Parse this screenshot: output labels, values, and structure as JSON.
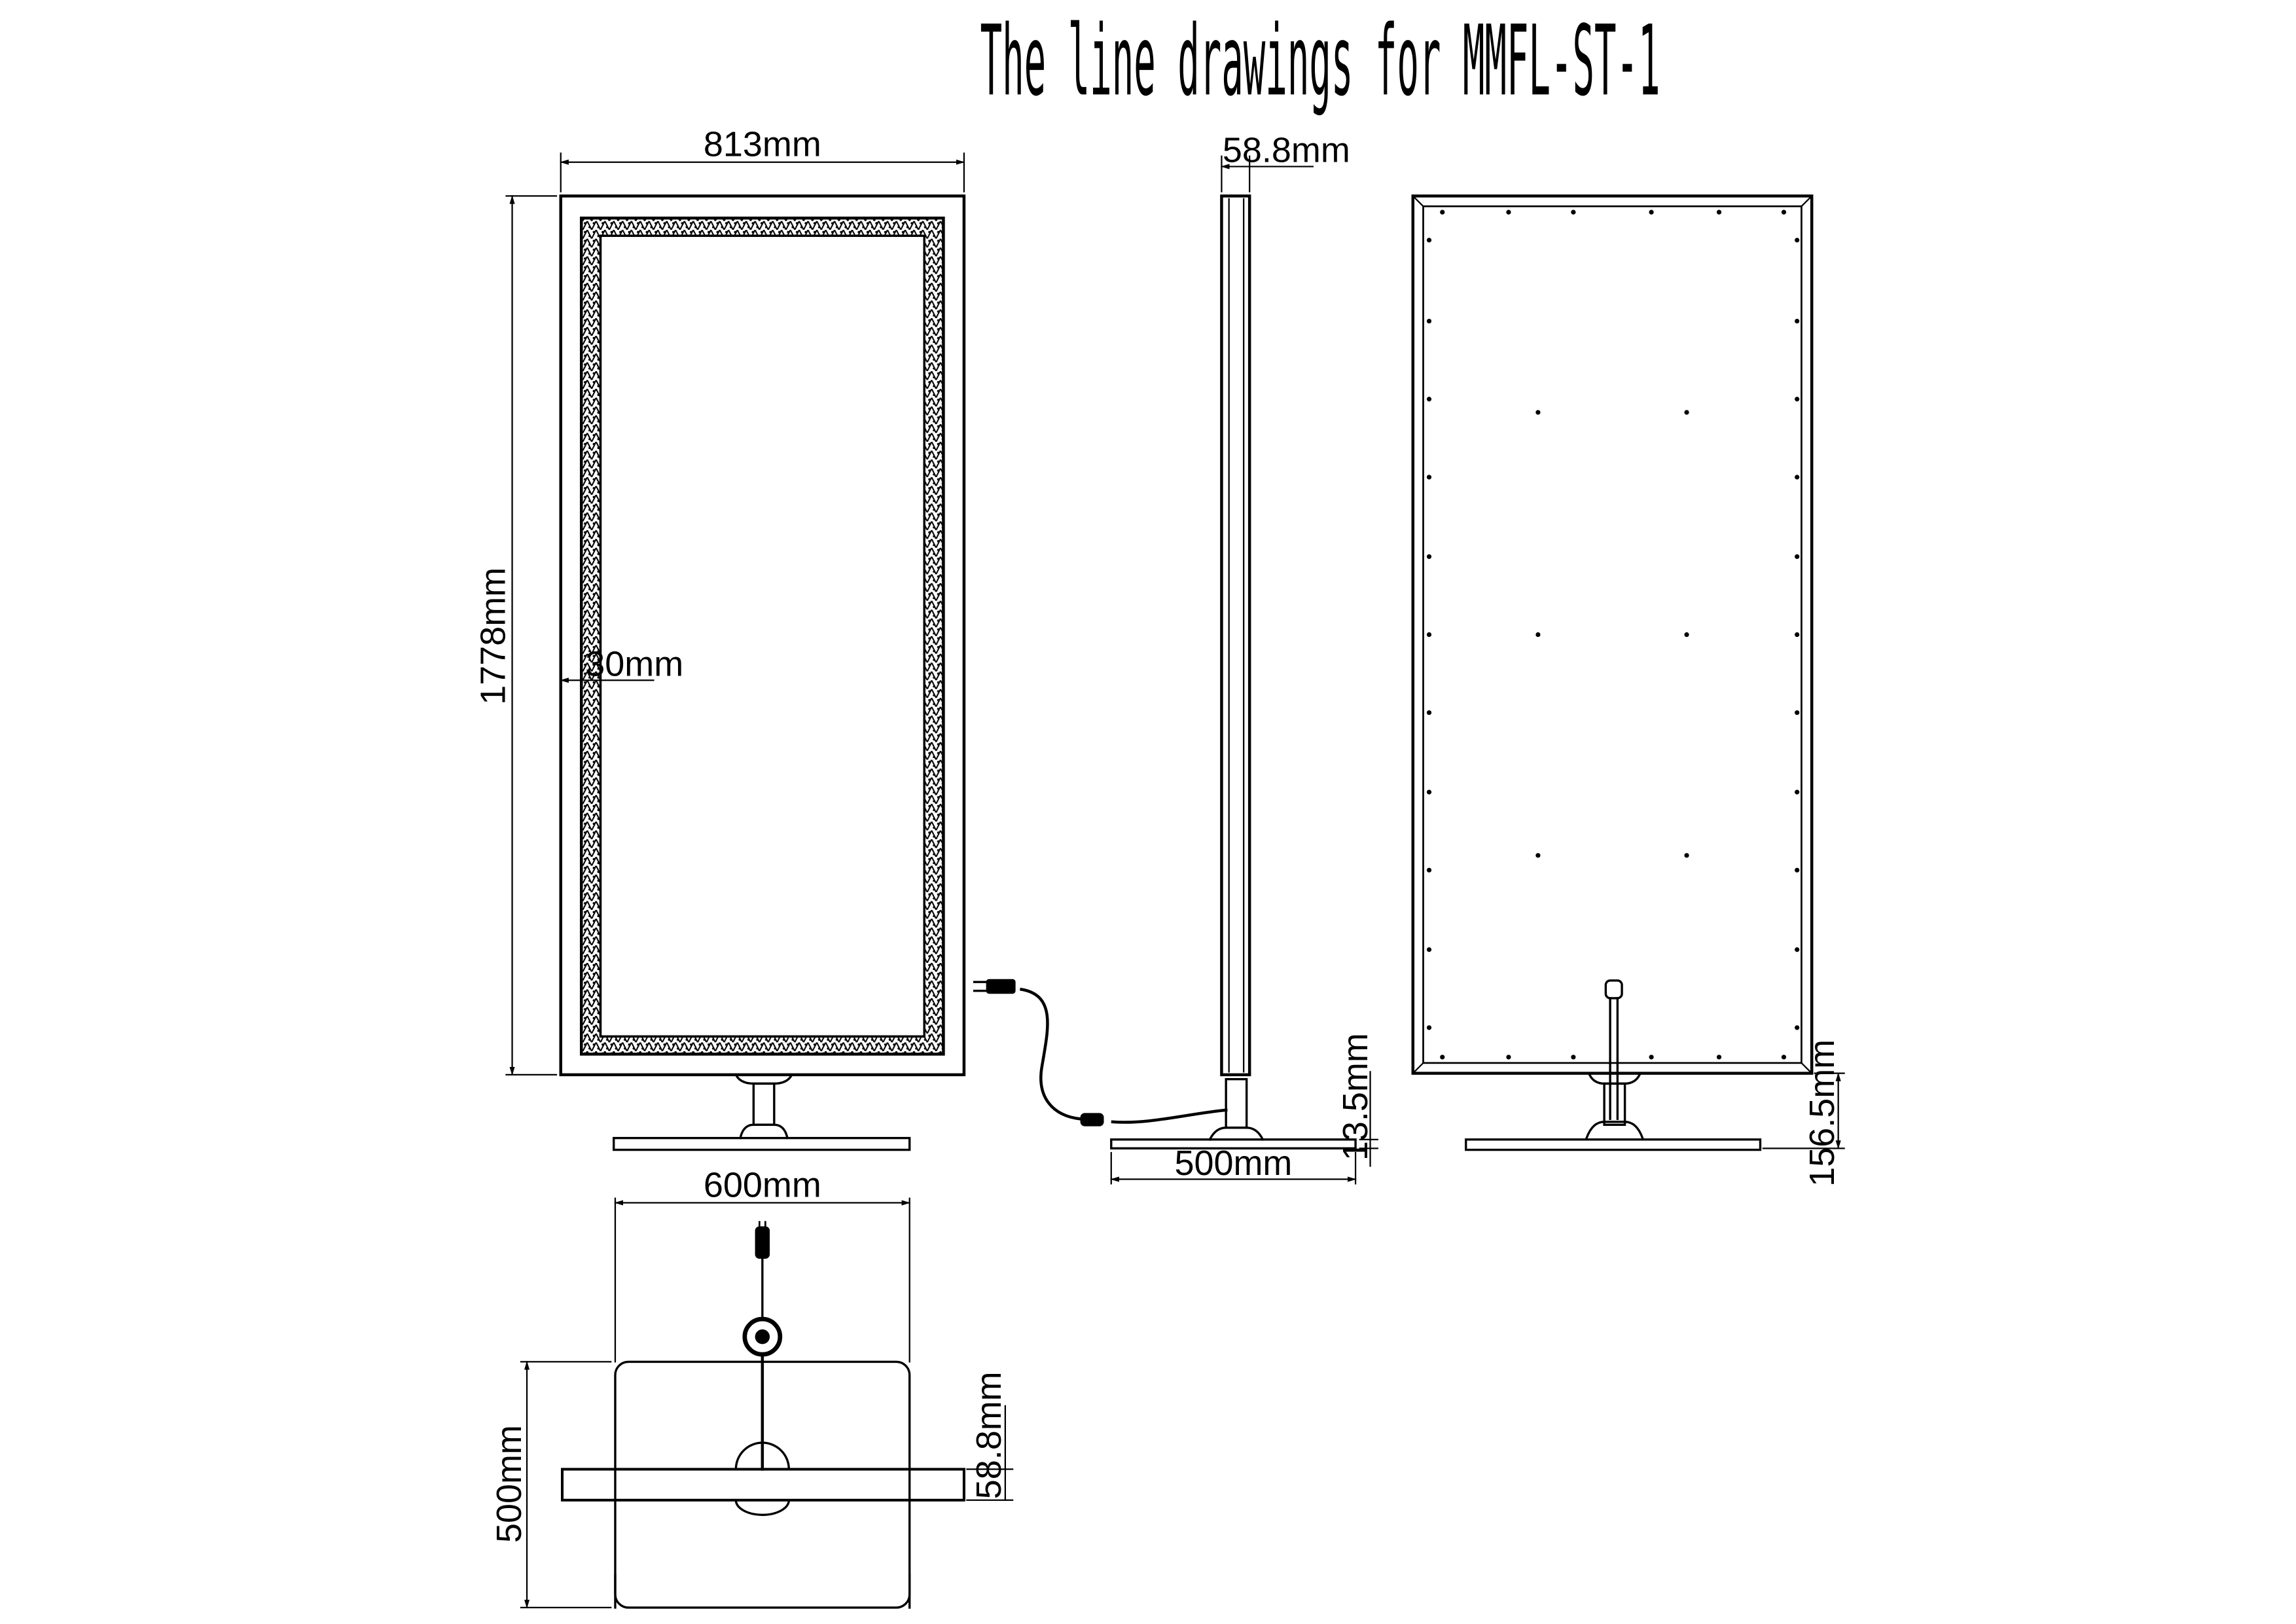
{
  "title": "The line drawings for MMFL-ST-1",
  "dimensions": {
    "front_width": "813mm",
    "front_height": "1778mm",
    "border_width": "30mm",
    "side_depth": "58.8mm",
    "side_base_thickness": "13.5mm",
    "side_base_depth": "500mm",
    "back_stand_height": "156.5mm",
    "top_width": "600mm",
    "top_depth": "500mm",
    "top_panel_depth": "58.8mm"
  },
  "views": [
    "front-view",
    "side-view",
    "back-view",
    "top-view"
  ]
}
